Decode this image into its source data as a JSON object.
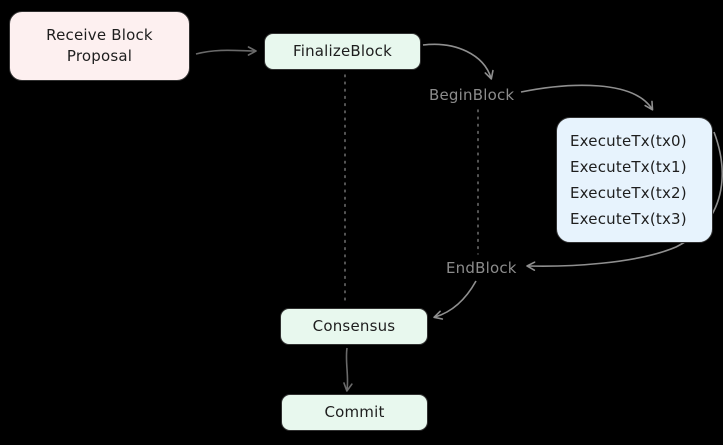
{
  "diagram": {
    "nodes": {
      "receive_block_proposal": {
        "line1": "Receive Block",
        "line2": "Proposal"
      },
      "finalize_block": {
        "label": "FinalizeBlock"
      },
      "execute_tx": {
        "lines": [
          "ExecuteTx(tx0)",
          "ExecuteTx(tx1)",
          "ExecuteTx(tx2)",
          "ExecuteTx(tx3)"
        ]
      },
      "consensus": {
        "label": "Consensus"
      },
      "commit": {
        "label": "Commit"
      }
    },
    "floating_labels": {
      "begin_block": "BeginBlock",
      "end_block": "EndBlock"
    },
    "colors": {
      "background": "#000000",
      "node_text": "#1e1e1e",
      "node_border": "#303030",
      "pink_fill": "#fdf0f0",
      "green_fill": "#e8f8ee",
      "blue_fill": "#e7f3fd",
      "floating_label_text": "#8c8c8c",
      "arrow_dark": "#6a6a6a",
      "arrow_gray": "#8f8f8f"
    }
  }
}
